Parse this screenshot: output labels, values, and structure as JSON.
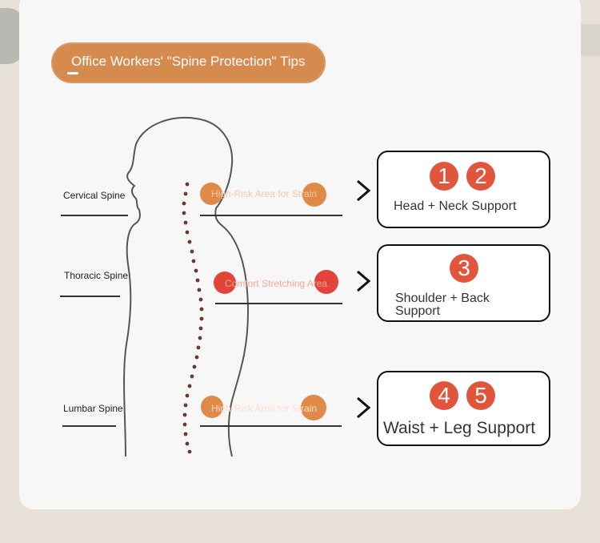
{
  "title": "Office Workers' \"Spine Protection\" Tips",
  "spine_sections": [
    {
      "label": "Cervical Spine",
      "zone": "High-Risk Area for Strain"
    },
    {
      "label": "Thoracic Spine",
      "zone": "Comfort Stretching Area"
    },
    {
      "label": "Lumbar Spine",
      "zone": "High-Risk Area for Strain"
    }
  ],
  "supports": [
    {
      "numbers": [
        "1",
        "2"
      ],
      "text": "Head + Neck Support"
    },
    {
      "numbers": [
        "3"
      ],
      "text_line1": "Shoulder + Back",
      "text_line2": "Support"
    },
    {
      "numbers": [
        "4",
        "5"
      ],
      "text": "Waist + Leg Support"
    }
  ],
  "colors": {
    "accent": "#d58a4e",
    "badge": "#e1553d",
    "spine_dots": "#6a3b2a",
    "blob_orange": "#e08a4a",
    "blob_red": "#e2443a"
  },
  "icons": [
    "chevron-right-icon"
  ]
}
